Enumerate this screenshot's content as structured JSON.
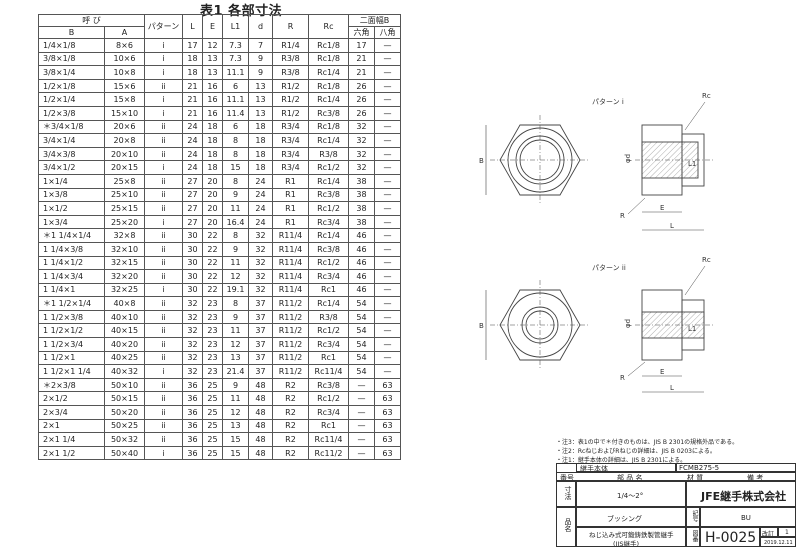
{
  "page": {
    "title": "表1 各部寸法"
  },
  "table": {
    "header": {
      "call": "呼 び",
      "b": "B",
      "a": "A",
      "pattern": "パターン",
      "L": "L",
      "E": "E",
      "L1": "L1",
      "d": "d",
      "R": "R",
      "Rc": "Rc",
      "width_group": "二面幅B",
      "hex": "六角",
      "oct": "八角"
    },
    "rows": [
      {
        "b": "1/4×1/8",
        "a": "8×6",
        "p": "i",
        "L": "17",
        "E": "12",
        "L1": "7.3",
        "d": "7",
        "R": "R1/4",
        "Rc": "Rc1/8",
        "hex": "17",
        "oct": "—"
      },
      {
        "b": "3/8×1/8",
        "a": "10×6",
        "p": "i",
        "L": "18",
        "E": "13",
        "L1": "7.3",
        "d": "9",
        "R": "R3/8",
        "Rc": "Rc1/8",
        "hex": "21",
        "oct": "—"
      },
      {
        "b": "3/8×1/4",
        "a": "10×8",
        "p": "i",
        "L": "18",
        "E": "13",
        "L1": "11.1",
        "d": "9",
        "R": "R3/8",
        "Rc": "Rc1/4",
        "hex": "21",
        "oct": "—"
      },
      {
        "b": "1/2×1/8",
        "a": "15×6",
        "p": "ii",
        "L": "21",
        "E": "16",
        "L1": "6",
        "d": "13",
        "R": "R1/2",
        "Rc": "Rc1/8",
        "hex": "26",
        "oct": "—"
      },
      {
        "b": "1/2×1/4",
        "a": "15×8",
        "p": "i",
        "L": "21",
        "E": "16",
        "L1": "11.1",
        "d": "13",
        "R": "R1/2",
        "Rc": "Rc1/4",
        "hex": "26",
        "oct": "—"
      },
      {
        "b": "1/2×3/8",
        "a": "15×10",
        "p": "i",
        "L": "21",
        "E": "16",
        "L1": "11.4",
        "d": "13",
        "R": "R1/2",
        "Rc": "Rc3/8",
        "hex": "26",
        "oct": "—"
      },
      {
        "b": "＊3/4×1/8",
        "a": "20×6",
        "p": "ii",
        "L": "24",
        "E": "18",
        "L1": "6",
        "d": "18",
        "R": "R3/4",
        "Rc": "Rc1/8",
        "hex": "32",
        "oct": "—"
      },
      {
        "b": "3/4×1/4",
        "a": "20×8",
        "p": "ii",
        "L": "24",
        "E": "18",
        "L1": "8",
        "d": "18",
        "R": "R3/4",
        "Rc": "Rc1/4",
        "hex": "32",
        "oct": "—"
      },
      {
        "b": "3/4×3/8",
        "a": "20×10",
        "p": "ii",
        "L": "24",
        "E": "18",
        "L1": "8",
        "d": "18",
        "R": "R3/4",
        "Rc": "R3/8",
        "hex": "32",
        "oct": "—"
      },
      {
        "b": "3/4×1/2",
        "a": "20×15",
        "p": "i",
        "L": "24",
        "E": "18",
        "L1": "15",
        "d": "18",
        "R": "R3/4",
        "Rc": "Rc1/2",
        "hex": "32",
        "oct": "—"
      },
      {
        "b": "1×1/4",
        "a": "25×8",
        "p": "ii",
        "L": "27",
        "E": "20",
        "L1": "8",
        "d": "24",
        "R": "R1",
        "Rc": "Rc1/4",
        "hex": "38",
        "oct": "—"
      },
      {
        "b": "1×3/8",
        "a": "25×10",
        "p": "ii",
        "L": "27",
        "E": "20",
        "L1": "9",
        "d": "24",
        "R": "R1",
        "Rc": "Rc3/8",
        "hex": "38",
        "oct": "—"
      },
      {
        "b": "1×1/2",
        "a": "25×15",
        "p": "ii",
        "L": "27",
        "E": "20",
        "L1": "11",
        "d": "24",
        "R": "R1",
        "Rc": "Rc1/2",
        "hex": "38",
        "oct": "—"
      },
      {
        "b": "1×3/4",
        "a": "25×20",
        "p": "i",
        "L": "27",
        "E": "20",
        "L1": "16.4",
        "d": "24",
        "R": "R1",
        "Rc": "Rc3/4",
        "hex": "38",
        "oct": "—"
      },
      {
        "b": "＊1 1/4×1/4",
        "a": "32×8",
        "p": "ii",
        "L": "30",
        "E": "22",
        "L1": "8",
        "d": "32",
        "R": "R11/4",
        "Rc": "Rc1/4",
        "hex": "46",
        "oct": "—"
      },
      {
        "b": "1 1/4×3/8",
        "a": "32×10",
        "p": "ii",
        "L": "30",
        "E": "22",
        "L1": "9",
        "d": "32",
        "R": "R11/4",
        "Rc": "Rc3/8",
        "hex": "46",
        "oct": "—"
      },
      {
        "b": "1 1/4×1/2",
        "a": "32×15",
        "p": "ii",
        "L": "30",
        "E": "22",
        "L1": "11",
        "d": "32",
        "R": "R11/4",
        "Rc": "Rc1/2",
        "hex": "46",
        "oct": "—"
      },
      {
        "b": "1 1/4×3/4",
        "a": "32×20",
        "p": "ii",
        "L": "30",
        "E": "22",
        "L1": "12",
        "d": "32",
        "R": "R11/4",
        "Rc": "Rc3/4",
        "hex": "46",
        "oct": "—"
      },
      {
        "b": "1 1/4×1",
        "a": "32×25",
        "p": "i",
        "L": "30",
        "E": "22",
        "L1": "19.1",
        "d": "32",
        "R": "R11/4",
        "Rc": "Rc1",
        "hex": "46",
        "oct": "—"
      },
      {
        "b": "＊1 1/2×1/4",
        "a": "40×8",
        "p": "ii",
        "L": "32",
        "E": "23",
        "L1": "8",
        "d": "37",
        "R": "R11/2",
        "Rc": "Rc1/4",
        "hex": "54",
        "oct": "—"
      },
      {
        "b": "1 1/2×3/8",
        "a": "40×10",
        "p": "ii",
        "L": "32",
        "E": "23",
        "L1": "9",
        "d": "37",
        "R": "R11/2",
        "Rc": "R3/8",
        "hex": "54",
        "oct": "—"
      },
      {
        "b": "1 1/2×1/2",
        "a": "40×15",
        "p": "ii",
        "L": "32",
        "E": "23",
        "L1": "11",
        "d": "37",
        "R": "R11/2",
        "Rc": "Rc1/2",
        "hex": "54",
        "oct": "—"
      },
      {
        "b": "1 1/2×3/4",
        "a": "40×20",
        "p": "ii",
        "L": "32",
        "E": "23",
        "L1": "12",
        "d": "37",
        "R": "R11/2",
        "Rc": "Rc3/4",
        "hex": "54",
        "oct": "—"
      },
      {
        "b": "1 1/2×1",
        "a": "40×25",
        "p": "ii",
        "L": "32",
        "E": "23",
        "L1": "13",
        "d": "37",
        "R": "R11/2",
        "Rc": "Rc1",
        "hex": "54",
        "oct": "—"
      },
      {
        "b": "1 1/2×1 1/4",
        "a": "40×32",
        "p": "i",
        "L": "32",
        "E": "23",
        "L1": "21.4",
        "d": "37",
        "R": "R11/2",
        "Rc": "Rc11/4",
        "hex": "54",
        "oct": "—"
      },
      {
        "b": "＊2×3/8",
        "a": "50×10",
        "p": "ii",
        "L": "36",
        "E": "25",
        "L1": "9",
        "d": "48",
        "R": "R2",
        "Rc": "Rc3/8",
        "hex": "—",
        "oct": "63"
      },
      {
        "b": "2×1/2",
        "a": "50×15",
        "p": "ii",
        "L": "36",
        "E": "25",
        "L1": "11",
        "d": "48",
        "R": "R2",
        "Rc": "Rc1/2",
        "hex": "—",
        "oct": "63"
      },
      {
        "b": "2×3/4",
        "a": "50×20",
        "p": "ii",
        "L": "36",
        "E": "25",
        "L1": "12",
        "d": "48",
        "R": "R2",
        "Rc": "Rc3/4",
        "hex": "—",
        "oct": "63"
      },
      {
        "b": "2×1",
        "a": "50×25",
        "p": "ii",
        "L": "36",
        "E": "25",
        "L1": "13",
        "d": "48",
        "R": "R2",
        "Rc": "Rc1",
        "hex": "—",
        "oct": "63"
      },
      {
        "b": "2×1 1/4",
        "a": "50×32",
        "p": "ii",
        "L": "36",
        "E": "25",
        "L1": "15",
        "d": "48",
        "R": "R2",
        "Rc": "Rc11/4",
        "hex": "—",
        "oct": "63"
      },
      {
        "b": "2×1 1/2",
        "a": "50×40",
        "p": "i",
        "L": "36",
        "E": "25",
        "L1": "15",
        "d": "48",
        "R": "R2",
        "Rc": "Rc11/2",
        "hex": "—",
        "oct": "63"
      }
    ],
    "group_starts": [
      0,
      3,
      6,
      10,
      14,
      19,
      25
    ]
  },
  "drawing": {
    "pattern1_label": "パターン i",
    "pattern2_label": "パターン ii",
    "labels": {
      "Rc": "Rc",
      "B": "B",
      "d": "φd",
      "L1": "L1",
      "R": "R",
      "E": "E",
      "L": "L"
    }
  },
  "notes": [
    "・注3：表1の中で＊付きのものは、JIS B 2301の規格外品である。",
    "・注2：RcねじおよびRねじの詳細は、JIS B 0203による。",
    "・注1：継手本体の詳細は、JIS B 2301による。"
  ],
  "title_block": {
    "body_label": "継手本体",
    "body_code": "FCMB275-5",
    "no_label": "番号",
    "part_label": "部 品 名",
    "material_label": "材 質",
    "remarks_label": "備 考",
    "dim_label": "寸法",
    "dim_value": "1/4～2°",
    "company": "JFE継手株式会社",
    "product_label": "品名",
    "product_name": "ブッシング",
    "symbol_label": "記号",
    "symbol": "BU",
    "desc_line1": "ねじ込み式可鍛鋳鉄製管継手",
    "desc_line2": "(JIS継手)",
    "drawing_no_label": "図番",
    "drawing_no": "H-0025",
    "rev_label": "改訂",
    "rev": "1",
    "date": "2019.12.11"
  }
}
